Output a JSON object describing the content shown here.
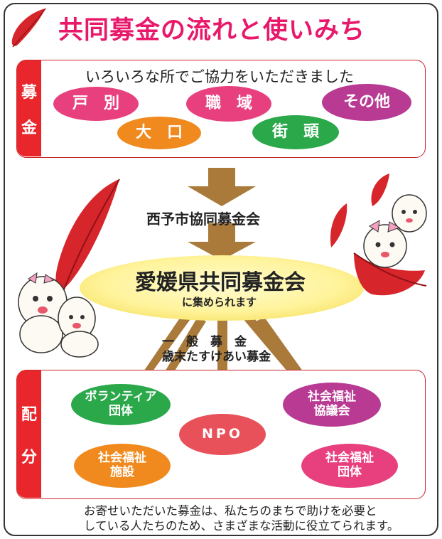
{
  "title": "共同募金の流れと使いみち",
  "collection": {
    "tab": [
      "募",
      "金"
    ],
    "subtitle": "いろいろな所でご協力をいただきました",
    "sources": [
      "戸　別",
      "大　口",
      "職　域",
      "街　頭",
      "その他"
    ]
  },
  "flow": {
    "city": "西予市協同募金会",
    "prefecture": "愛媛県共同募金会",
    "collected": "に集められます",
    "fund_general": "一　般　募　金",
    "fund_yearend": "歳末たすけあい募金"
  },
  "distribution": {
    "tab": [
      "配",
      "分"
    ],
    "recipients": [
      "ボランティア\n団体",
      "社会福祉\n施設",
      "NPO",
      "社会福祉\n協議会",
      "社会福祉\n団体"
    ]
  },
  "footer_note": "お寄せいただいた募金は、私たちのまちで助けを必要と\nしている人たちのため、さまざまな活動に役立てられます。",
  "colors": {
    "title": "#e8186b",
    "tab": "#e8262b",
    "arrow": "#a97a3a",
    "pink": "#e8407f",
    "orange": "#f08a1e",
    "green": "#2aa84a",
    "magenta": "#b83a92",
    "red": "#e8505a",
    "feather": "#d6252b",
    "oval": "#fff39a"
  }
}
